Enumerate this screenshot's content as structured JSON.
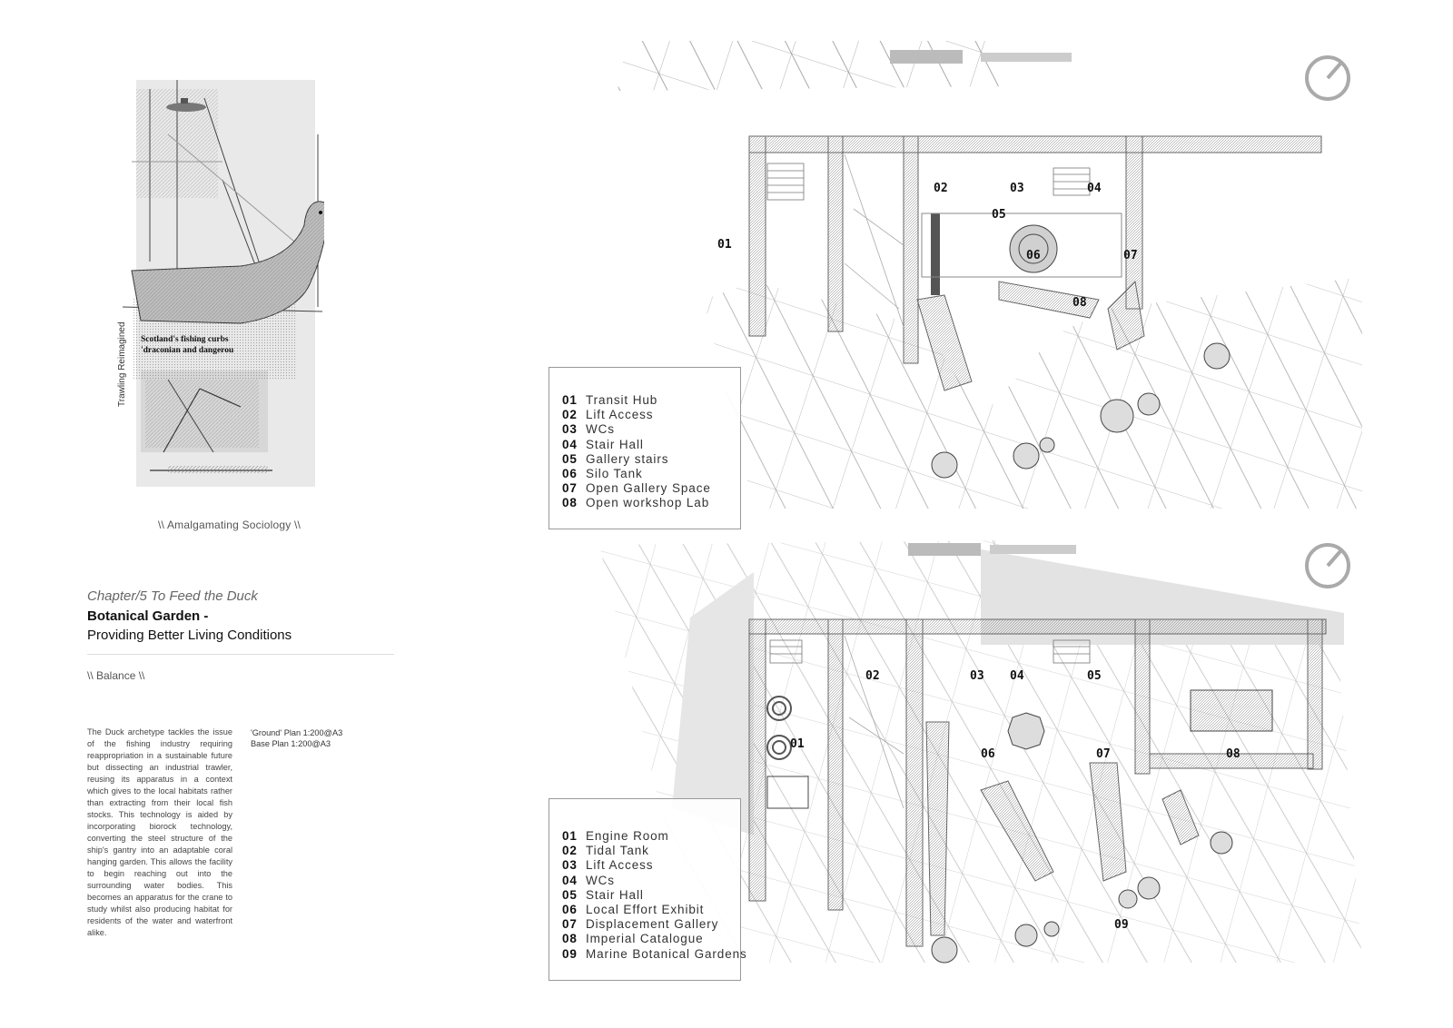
{
  "collage": {
    "side_text": "Trawling Reimagined",
    "headline_line1": "Scotland's fishing curbs",
    "headline_line2": "'draconian and dangerou"
  },
  "caption_left": "\\\\ Amalgamating Sociology \\\\",
  "chapter": "Chapter/5 To Feed the Duck",
  "title_line1": "Botanical Garden -",
  "title_line2": "Providing Better Living Conditions",
  "section_tag": "\\\\ Balance \\\\",
  "description": "The Duck archetype tackles the issue of the fishing industry requiring reappropriation in a sustainable future but dissecting an industrial trawler, reusing its apparatus in a context which gives to the local habitats rather than extracting from their local fish stocks. This technology is aided by incorporating biorock technology, converting the steel structure of the ship's gantry into an adaptable coral hanging garden. This allows the facility to begin reaching out into the surrounding water bodies. This becomes an apparatus for the crane to study whilst also producing habitat for residents of the water and waterfront alike.",
  "scale_notes": [
    "'Ground' Plan 1:200@A3",
    "Base Plan 1:200@A3"
  ],
  "plan_ground": {
    "labels": [
      "01",
      "02",
      "03",
      "04",
      "05",
      "06",
      "07",
      "08"
    ],
    "legend": [
      {
        "num": "01",
        "name": "Transit Hub"
      },
      {
        "num": "02",
        "name": "Lift Access"
      },
      {
        "num": "03",
        "name": "WCs"
      },
      {
        "num": "04",
        "name": "Stair Hall"
      },
      {
        "num": "05",
        "name": "Gallery stairs"
      },
      {
        "num": "06",
        "name": "Silo Tank"
      },
      {
        "num": "07",
        "name": "Open Gallery Space"
      },
      {
        "num": "08",
        "name": "Open workshop Lab"
      }
    ]
  },
  "plan_base": {
    "labels": [
      "01",
      "02",
      "03",
      "04",
      "05",
      "06",
      "07",
      "08",
      "09"
    ],
    "legend": [
      {
        "num": "01",
        "name": "Engine Room"
      },
      {
        "num": "02",
        "name": "Tidal Tank"
      },
      {
        "num": "03",
        "name": "Lift Access"
      },
      {
        "num": "04",
        "name": "WCs"
      },
      {
        "num": "05",
        "name": "Stair Hall"
      },
      {
        "num": "06",
        "name": "Local Effort Exhibit"
      },
      {
        "num": "07",
        "name": "Displacement Gallery"
      },
      {
        "num": "08",
        "name": "Imperial Catalogue"
      },
      {
        "num": "09",
        "name": "Marine Botanical Gardens"
      }
    ]
  }
}
